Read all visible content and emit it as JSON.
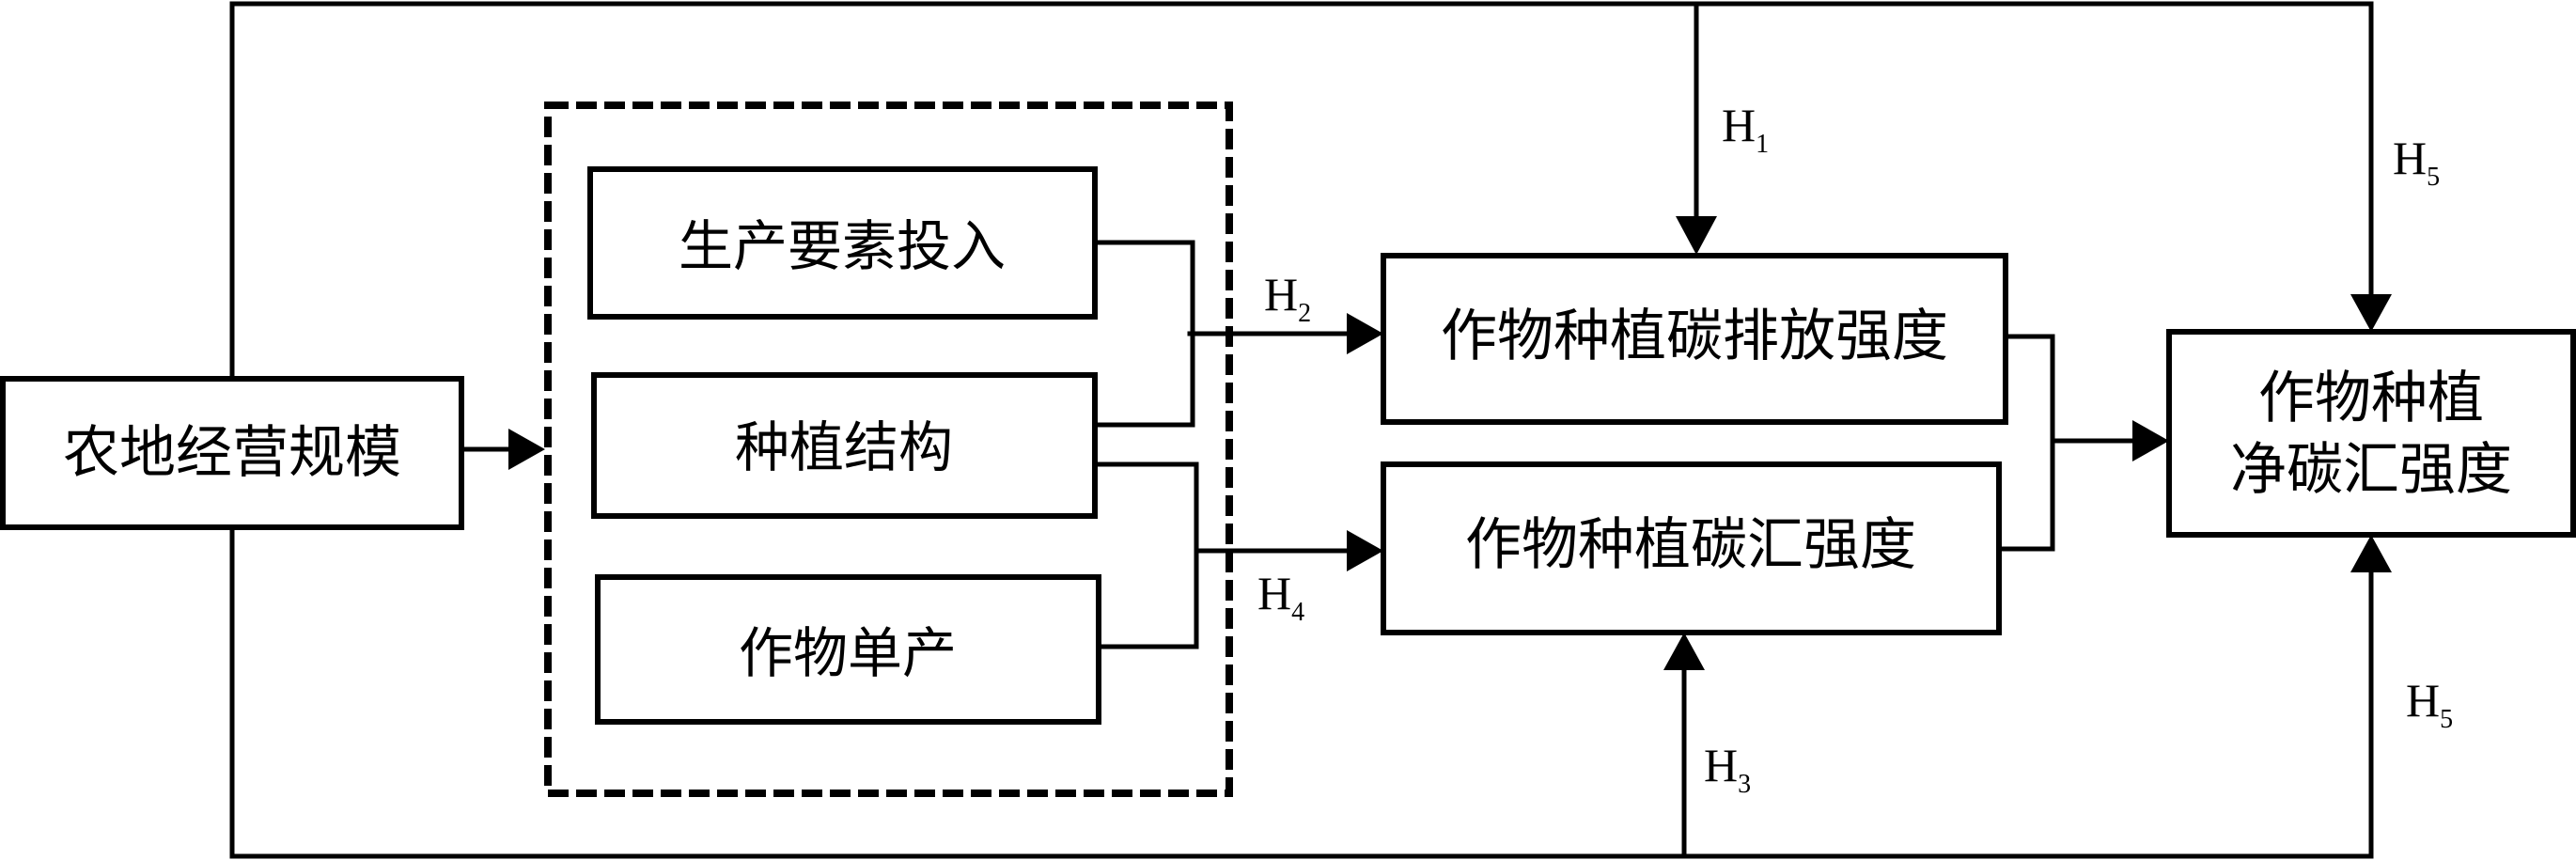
{
  "diagram": {
    "type": "conceptual-framework",
    "colors": {
      "stroke": "#000000",
      "background": "#ffffff"
    },
    "nodes": {
      "farm_scale": {
        "label": "农地经营规模"
      },
      "mediator_group": {
        "style": "dashed",
        "items": [
          {
            "label": "生产要素投入"
          },
          {
            "label": "种植结构"
          },
          {
            "label": "作物单产"
          }
        ]
      },
      "emission": {
        "label": "作物种植碳排放强度"
      },
      "sink": {
        "label": "作物种植碳汇强度"
      },
      "net_sink": {
        "lines": [
          "作物种植",
          "净碳汇强度"
        ]
      }
    },
    "hypotheses": {
      "h1": {
        "main": "H",
        "sub": "1",
        "from": "农地经营规模",
        "to": "作物种植碳排放强度"
      },
      "h2": {
        "main": "H",
        "sub": "2",
        "from": "生产要素投入 / 种植结构",
        "to": "作物种植碳排放强度"
      },
      "h3": {
        "main": "H",
        "sub": "3",
        "from": "农地经营规模",
        "to": "作物种植碳汇强度"
      },
      "h4": {
        "main": "H",
        "sub": "4",
        "from": "种植结构 / 作物单产",
        "to": "作物种植碳汇强度"
      },
      "h5_top": {
        "main": "H",
        "sub": "5",
        "from": "农地经营规模",
        "to": "作物种植净碳汇强度"
      },
      "h5_bottom": {
        "main": "H",
        "sub": "5",
        "from": "农地经营规模",
        "to": "作物种植净碳汇强度"
      }
    }
  }
}
